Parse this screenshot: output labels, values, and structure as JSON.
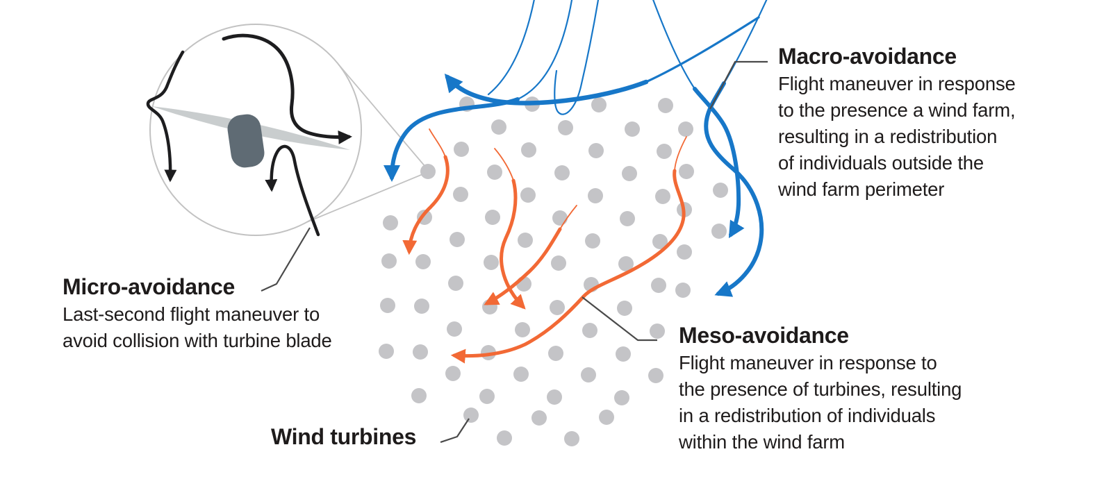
{
  "labels": {
    "macro": {
      "heading": "Macro-avoidance",
      "lines": [
        "Flight maneuver in response",
        "to the presence a wind farm,",
        "resulting in a redistribution",
        "of individuals outside the",
        "wind farm perimeter"
      ]
    },
    "meso": {
      "heading": "Meso-avoidance",
      "lines": [
        "Flight maneuver in response to",
        "the presence of turbines, resulting",
        "in a redistribution of individuals",
        "within the wind farm"
      ]
    },
    "micro": {
      "heading": "Micro-avoidance",
      "lines": [
        "Last-second flight maneuver to",
        "avoid collision with turbine blade"
      ]
    },
    "wind_turbines": {
      "heading": "Wind turbines"
    }
  },
  "legend": {
    "macro_arrow_color_meaning": "macro-avoidance flight path",
    "meso_arrow_color_meaning": "meso-avoidance flight path",
    "micro_arrow_color_meaning": "micro-avoidance flight path",
    "gray_dot_meaning": "wind turbine"
  },
  "colors": {
    "macro_arrow": "#1777C8",
    "meso_arrow": "#F26935",
    "micro_arrow": "#1D1D1F",
    "turbine_dot": "#C4C4C7",
    "text": "#1E1B1B",
    "leader_line": "#4A4A4A",
    "inset_outline": "#C2C2C2",
    "blade": "#C9CDCE",
    "hub": "#5F6B74"
  },
  "dot_radius": 11,
  "turbine_dots": [
    [
      672,
      150
    ],
    [
      766,
      150
    ],
    [
      862,
      151
    ],
    [
      958,
      152
    ],
    [
      718,
      183
    ],
    [
      814,
      184
    ],
    [
      910,
      186
    ],
    [
      987,
      186
    ],
    [
      664,
      215
    ],
    [
      761,
      216
    ],
    [
      858,
      217
    ],
    [
      956,
      218
    ],
    [
      616,
      247
    ],
    [
      712,
      248
    ],
    [
      809,
      249
    ],
    [
      906,
      250
    ],
    [
      988,
      247
    ],
    [
      663,
      280
    ],
    [
      760,
      281
    ],
    [
      857,
      282
    ],
    [
      954,
      283
    ],
    [
      1037,
      274
    ],
    [
      562,
      321
    ],
    [
      611,
      313
    ],
    [
      709,
      313
    ],
    [
      806,
      314
    ],
    [
      903,
      315
    ],
    [
      985,
      302
    ],
    [
      658,
      345
    ],
    [
      756,
      346
    ],
    [
      853,
      347
    ],
    [
      950,
      348
    ],
    [
      1035,
      333
    ],
    [
      560,
      376
    ],
    [
      609,
      377
    ],
    [
      707,
      378
    ],
    [
      804,
      379
    ],
    [
      901,
      380
    ],
    [
      985,
      363
    ],
    [
      656,
      408
    ],
    [
      754,
      409
    ],
    [
      851,
      410
    ],
    [
      948,
      411
    ],
    [
      983,
      418
    ],
    [
      558,
      440
    ],
    [
      607,
      441
    ],
    [
      705,
      442
    ],
    [
      802,
      443
    ],
    [
      899,
      444
    ],
    [
      654,
      474
    ],
    [
      752,
      475
    ],
    [
      849,
      476
    ],
    [
      946,
      477
    ],
    [
      556,
      506
    ],
    [
      605,
      507
    ],
    [
      703,
      508
    ],
    [
      800,
      509
    ],
    [
      897,
      510
    ],
    [
      652,
      538
    ],
    [
      750,
      539
    ],
    [
      847,
      540
    ],
    [
      944,
      541
    ],
    [
      603,
      570
    ],
    [
      701,
      571
    ],
    [
      798,
      572
    ],
    [
      895,
      573
    ],
    [
      678,
      598
    ],
    [
      776,
      602
    ],
    [
      873,
      601
    ],
    [
      726,
      631
    ],
    [
      823,
      632
    ]
  ]
}
